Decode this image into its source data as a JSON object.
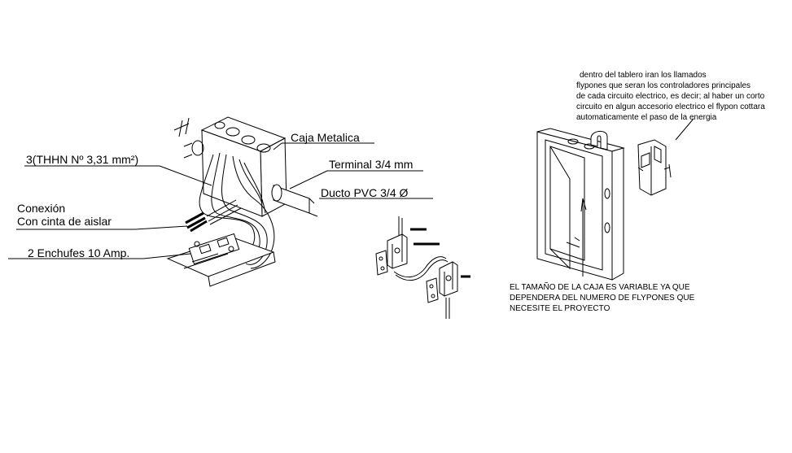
{
  "diagram": {
    "labels": {
      "caja_metalica": "Caja Metalica",
      "thhn": "3(THHN Nº 3,31 mm²)",
      "terminal": "Terminal 3/4 mm",
      "ducto": "Ducto PVC 3/4 Ø",
      "conexion_1": "Conexión",
      "conexion_2": "Con cinta de aislar",
      "enchufes": "2 Enchufes 10 Amp."
    },
    "flypon_note": [
      "dentro del tablero iran los llamados",
      "flypones que seran los controladores principales",
      "de cada circuito electrico, es decir; al haber un corto",
      "circuito en algun accesorio electrico el flypon cottara",
      "automaticamente el paso de la energia"
    ],
    "box_caption": [
      "EL TAMAÑO DE LA CAJA ES VARIABLE YA QUE",
      "DEPENDERA DEL NUMERO DE FLYPONES QUE",
      "NECESITE EL PROYECTO"
    ]
  }
}
